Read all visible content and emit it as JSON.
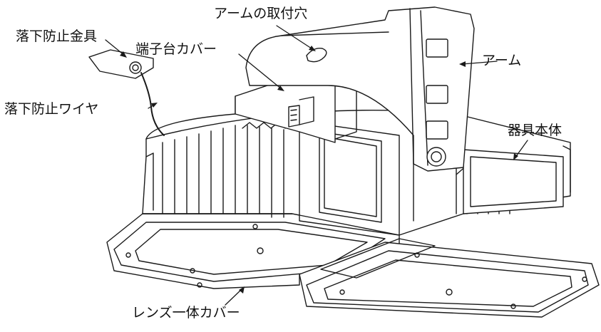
{
  "labels": {
    "safety_bracket": "落下防止金具",
    "safety_wire": "落下防止ワイヤ",
    "arm_hole": "アームの取付穴",
    "terminal_cover": "端子台カバー",
    "arm": "アーム",
    "body": "器具本体",
    "lens_cover": "レンズ一体カバー"
  },
  "colors": {
    "line": "#1a1a1a",
    "fill": "#ffffff"
  }
}
